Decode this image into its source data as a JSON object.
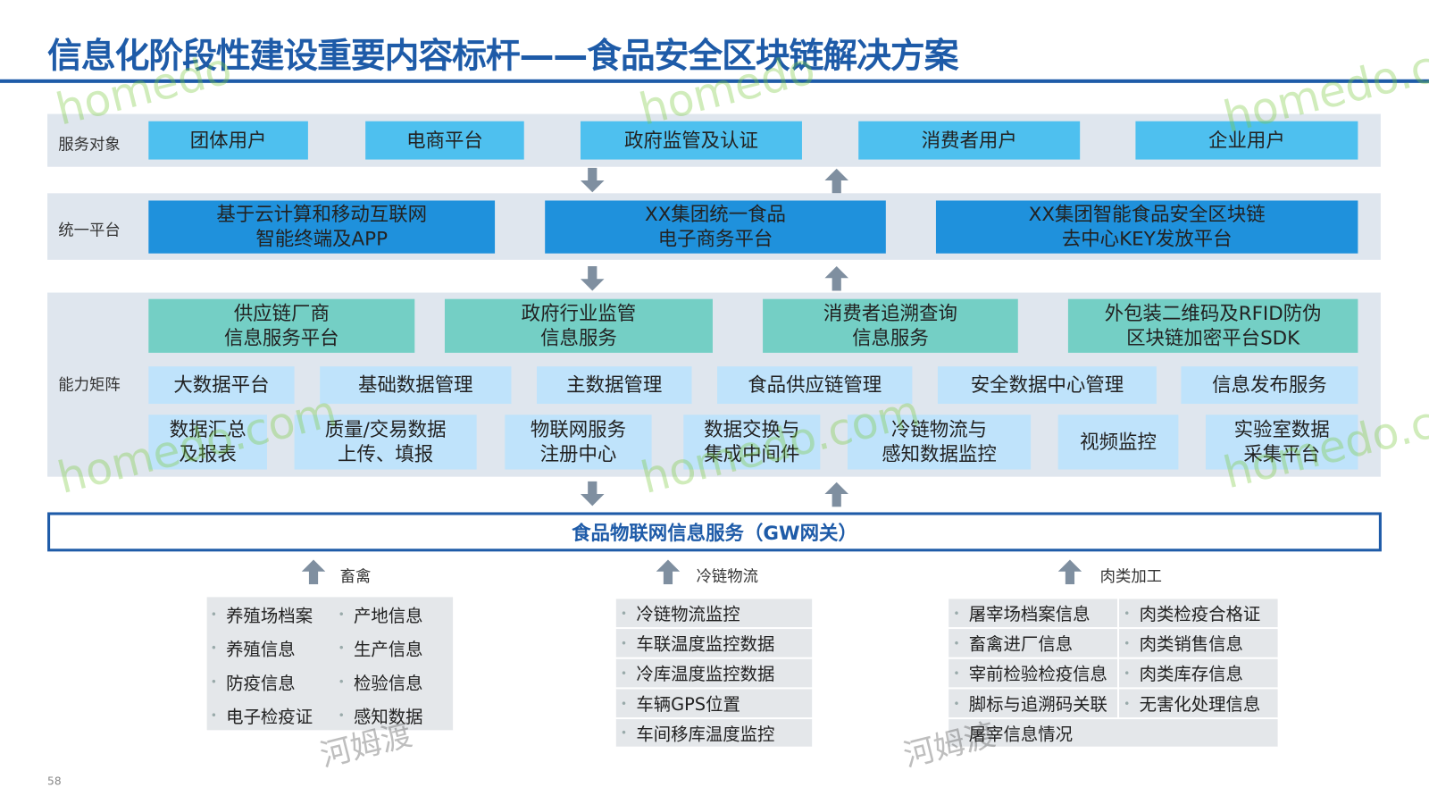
{
  "title": "信息化阶段性建设重要内容标杆——食品安全区块链解决方案",
  "rows": {
    "service": {
      "label": "服务对象",
      "items": [
        "团体用户",
        "电商平台",
        "政府监管及认证",
        "消费者用户",
        "企业用户"
      ]
    },
    "platform": {
      "label": "统一平台",
      "items": [
        [
          "基于云计算和移动互联网",
          "智能终端及APP"
        ],
        [
          "XX集团统一食品",
          "电子商务平台"
        ],
        [
          "XX集团智能食品安全区块链",
          "去中心KEY发放平台"
        ]
      ]
    },
    "capability": {
      "label": "能力矩阵",
      "top": [
        [
          "供应链厂商",
          "信息服务平台"
        ],
        [
          "政府行业监管",
          "信息服务"
        ],
        [
          "消费者追溯查询",
          "信息服务"
        ],
        [
          "外包装二维码及RFID防伪",
          "区块链加密平台SDK"
        ]
      ],
      "middle": [
        "大数据平台",
        "基础数据管理",
        "主数据管理",
        "食品供应链管理",
        "安全数据中心管理",
        "信息发布服务"
      ],
      "bottom": [
        [
          "数据汇总",
          "及报表"
        ],
        [
          "质量/交易数据",
          "上传、填报"
        ],
        [
          "物联网服务",
          "注册中心"
        ],
        [
          "数据交换与",
          "集成中间件"
        ],
        [
          "冷链物流与",
          "感知数据监控"
        ],
        [
          "视频监控",
          ""
        ],
        [
          "实验室数据",
          "采集平台"
        ]
      ]
    }
  },
  "gateway": "食品物联网信息服务（GW网关）",
  "sources": [
    {
      "label": "畜禽",
      "items": [
        "养殖场档案",
        "产地信息",
        "养殖信息",
        "生产信息",
        "防疫信息",
        "检验信息",
        "电子检疫证",
        "感知数据"
      ]
    },
    {
      "label": "冷链物流",
      "items": [
        "冷链物流监控",
        "车联温度监控数据",
        "冷库温度监控数据",
        "车辆GPS位置",
        "车间移库温度监控"
      ]
    },
    {
      "label": "肉类加工",
      "items": [
        "屠宰场档案信息",
        "肉类检疫合格证",
        "畜禽进厂信息",
        "肉类销售信息",
        "宰前检验检疫信息",
        "肉类库存信息",
        "脚标与追溯码关联",
        "无害化处理信息",
        "屠宰信息情况"
      ]
    }
  ],
  "page_number": "58",
  "watermark": "homedo.com 河姆渡",
  "colors": {
    "title": "#1e5ba8",
    "service": "#4ec0ef",
    "platform": "#1f91dc",
    "capability_top": "#74cfc5",
    "capability": "#bfe3fb",
    "panel": "#dfe6ee"
  }
}
